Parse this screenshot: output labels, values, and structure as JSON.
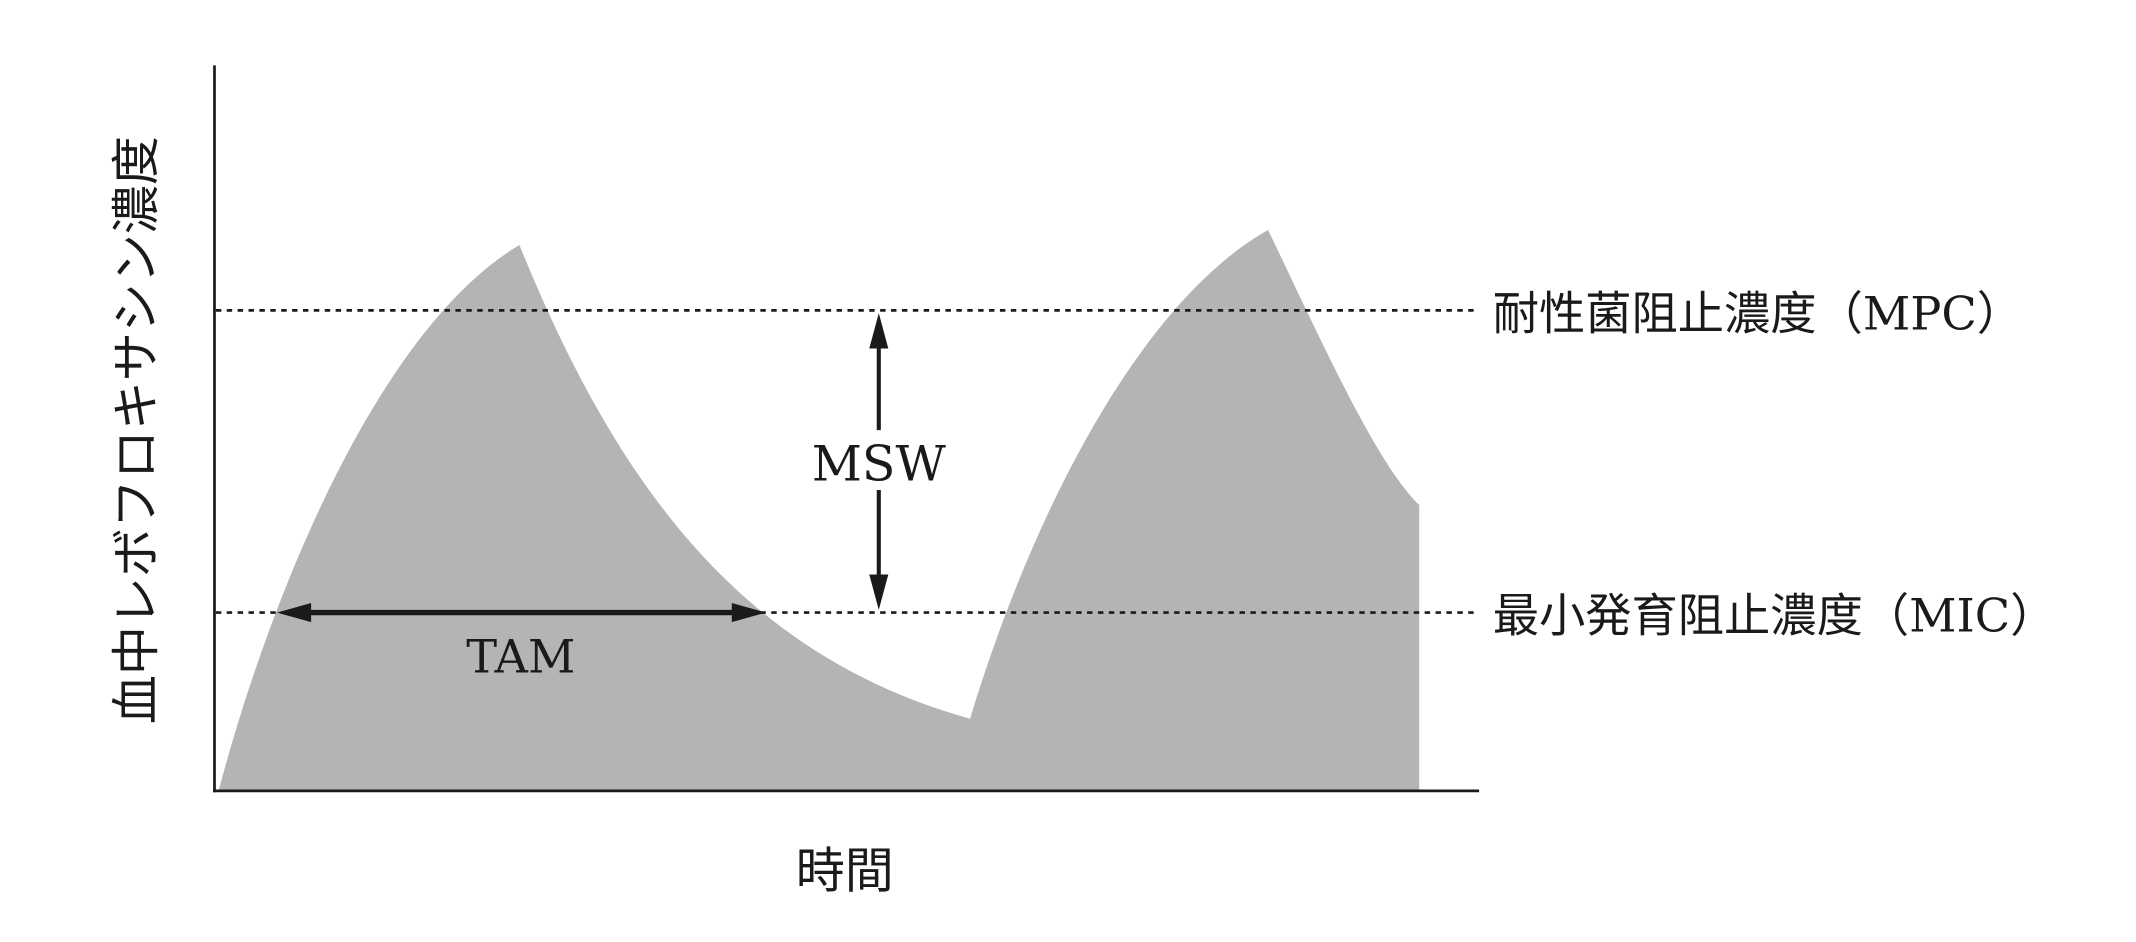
{
  "diagram": {
    "y_axis_label": "血中レボフロキサシン濃度",
    "x_axis_label": "時間",
    "mpc_label": "耐性菌阻止濃度（MPC）",
    "mic_label": "最小発育阻止濃度（MIC）",
    "msw_label": "MSW",
    "tam_label": "TAM",
    "colors": {
      "fill": "#b4b4b4",
      "line": "#1a1a1a"
    }
  }
}
